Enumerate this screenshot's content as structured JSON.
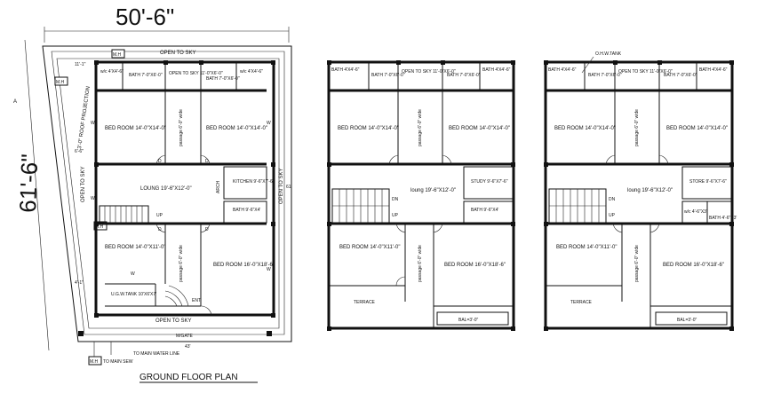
{
  "overall_width_dim": "50'-6\"",
  "overall_depth_dim": "61'-6\"",
  "plot_width": "43'",
  "plot_depth": "61'",
  "title": "GROUND FLOOR PLAN",
  "ground": {
    "open_sky_top": "OPEN TO SKY",
    "open_sky_left": "OPEN TO SKY",
    "open_sky_right": "OPEN TO SKY",
    "open_sky_bottom": "OPEN TO SKY",
    "roof_projection": "3'-0\" ROOF PROJECTION",
    "wc": "w/c 4'X4'-6\"",
    "bath_left": "BATH 7'-0\"X6'-0\"",
    "open_sky_center": "OPEN TO SKY 11'-0\"X6'-0\"",
    "bath_right": "BATH 7'-0\"X6'-0\"",
    "wc_right": "w/c 4'X4'-6\"",
    "bed1": "BED ROOM 14'-0\"X14'-0\"",
    "passage_top": "passage 6'-0\" wide",
    "bed2": "BED ROOM 14'-0\"X14'-0\"",
    "loung": "LOUNG 19'-6\"X12'-0\"",
    "kitchen": "KITCHEN 9'-6\"X7'-6\"",
    "arch": "ARCH",
    "bath_mid": "BATH 9'-6\"X4'",
    "up": "UP",
    "bed3": "BED ROOM 14'-0\"X11'-0\"",
    "passage_bottom": "passage 6'-0\" wide",
    "bed4": "BED ROOM 16'-0\"X18'-6\"",
    "ugw_tank": "U.G.W.TANK 10'X6'X7'",
    "ent": "ENT",
    "m_gate": "M/GATE",
    "mh": "M.H",
    "to_main_sew": "TO MAIN SEW",
    "to_main_water": "TO MAIN WATER LINE",
    "dim_11_1": "11'-1\"",
    "dim_6_6": "6'-6\"",
    "dim_4_1": "4'-1\"",
    "section_mark": "A",
    "d": "D",
    "w": "W"
  },
  "first": {
    "bath1": "BATH 4'X4'-6\"",
    "bath2": "BATH 7'-0\"X6'-0\"",
    "open_sky": "OPEN TO SKY 11'-0\"X6'-0\"",
    "bath3": "BATH 7'-0\"X6'-0\"",
    "bath4": "BATH 4'X4'-6\"",
    "bed1": "BED ROOM 14'-0\"X14'-0\"",
    "passage_top": "passage 6'-0\" wide",
    "bed2": "BED ROOM 14'-0\"X14'-0\"",
    "study": "STUDY 9'-6\"X7'-6\"",
    "loung": "loung 19'-6\"X12'-0\"",
    "bath_mid": "BATH 9'-6\"X4'",
    "dn": "DN",
    "up": "UP",
    "bed3": "BED ROOM 14'-0\"X11'-0\"",
    "passage_bottom": "passage 6'-0\" wide",
    "bed4": "BED ROOM 16'-0\"X18'-6\"",
    "terrace": "TERRACE",
    "bal": "BAL=3'-0\""
  },
  "second": {
    "ohw_tank": "O.H.W.TANK",
    "bath1": "BATH 4'X4'-6\"",
    "bath2": "BATH 7'-0\"X6'-0\"",
    "open_sky": "OPEN TO SKY 11'-0\"X6'-0\"",
    "bath3": "BATH 7'-0\"X6'-0\"",
    "bath4": "BATH 4'X4'-6\"",
    "bed1": "BED ROOM 14'-0\"X14'-0\"",
    "passage_top": "passage 6'-0\" wide",
    "bed2": "BED ROOM 14'-0\"X14'-0\"",
    "store": "STORE 9'-6\"X7'-6\"",
    "loung": "loung 19'-6\"X12'-0\"",
    "wc": "w/c 4'-6\"X3'",
    "bath_mid": "BATH 4'-6\"X3'",
    "dn": "DN",
    "up": "UP",
    "bed3": "BED ROOM 14'-0\"X11'-0\"",
    "passage_bottom": "passage 6'-0\" wide",
    "bed4": "BED ROOM 16'-0\"X18'-6\"",
    "terrace": "TERRACE",
    "bal": "BAL=3'-0\""
  }
}
